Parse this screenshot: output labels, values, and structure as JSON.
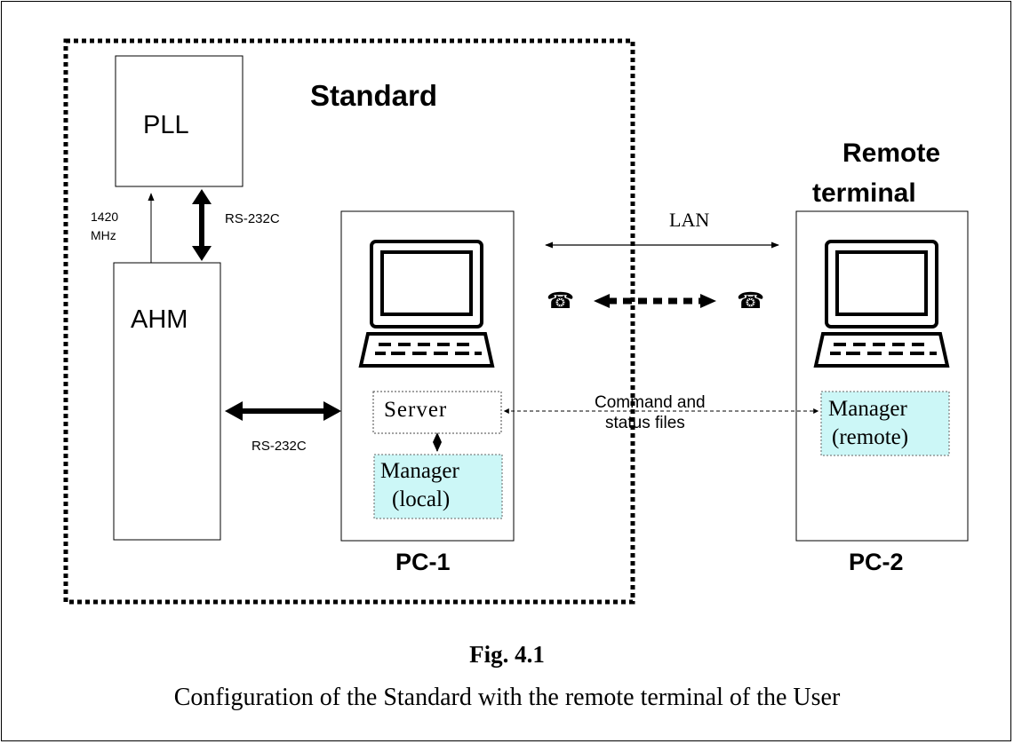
{
  "standard_label": "Standard",
  "remote_label_line1": "Remote",
  "remote_label_line2": "terminal",
  "pll_label": "PLL",
  "ahm_label": "AHM",
  "freq_line1": "1420",
  "freq_line2": "MHz",
  "rs232_top": "RS-232C",
  "rs232_bottom": "RS-232C",
  "lan_label": "LAN",
  "server_label": "Server",
  "manager_local_line1": "Manager",
  "manager_local_line2": "(local)",
  "manager_remote_line1": "Manager",
  "manager_remote_line2": "(remote)",
  "files_line1": "Command and",
  "files_line2": "status files",
  "pc1_label": "PC-1",
  "pc2_label": "PC-2",
  "phone_glyph": "☎",
  "figure_number": "Fig. 4.1",
  "caption": "Configuration of the Standard with the remote terminal of the User",
  "colors": {
    "manager_fill": "#ccf7f7",
    "line": "#000000"
  },
  "icons": [
    "computer-monitor-icon",
    "keyboard-icon",
    "telephone-icon"
  ]
}
